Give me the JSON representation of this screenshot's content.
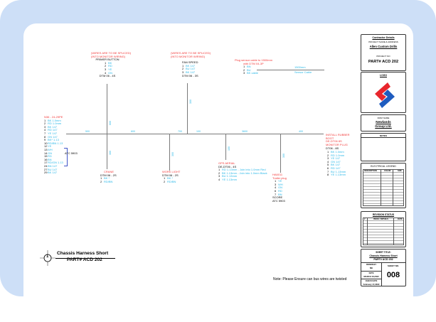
{
  "drawing": {
    "left_connector": {
      "title": "N36 - 24-29PE",
      "pins": [
        [
          "1",
          "BK 1.0mm"
        ],
        [
          "2",
          "RD 1.0mm"
        ],
        [
          "3",
          "BK 147"
        ],
        [
          "4",
          "RD 147"
        ],
        [
          "7",
          "YE 147"
        ],
        [
          "8",
          "GN 147"
        ],
        [
          "9",
          "BK* 1.13"
        ],
        [
          "10",
          "RD/BN 1.13"
        ],
        [
          "12",
          "YE"
        ],
        [
          "13",
          "WH"
        ],
        [
          "14",
          "GN"
        ],
        [
          "15",
          "RD"
        ],
        [
          "16",
          "BN"
        ],
        [
          "17",
          "RD/GN 1.13"
        ],
        [
          "24",
          "BN 147"
        ],
        [
          "27",
          "BU 147"
        ],
        [
          "29",
          "BK 147"
        ]
      ],
      "bracket_label": "ATC 5903"
    },
    "primer_button": {
      "note1": "(WIRES ARE TO BE SPLICED)",
      "note2": "(INTO MONITOR WIRING)",
      "title": "PRIMER BUTTON",
      "pins": [
        [
          "1",
          "BK"
        ],
        [
          "2",
          "RD"
        ],
        [
          "3",
          "YE"
        ],
        [
          "4",
          "GN"
        ]
      ],
      "part": "DTM 06 - 4S"
    },
    "fan_speed": {
      "note1": "(WIRES ARE TO BE SPLICED)",
      "note2": "(INTO MONITOR WIRING)",
      "title": "FAN SPEED",
      "pins": [
        [
          "1",
          "BK 147"
        ],
        [
          "2",
          "BU 147"
        ],
        [
          "3",
          "BK 147"
        ]
      ],
      "part": "DTM 06 - 3S"
    },
    "sensor": {
      "note1": "Plug sensor cable to 1500mm",
      "note2": "with DTM 04-3P",
      "pins": [
        [
          "1",
          "BN"
        ],
        [
          "2",
          "BU"
        ],
        [
          "3",
          "BK cable"
        ]
      ],
      "length": "1500mm",
      "cable": "Sensor Cable"
    },
    "crane": {
      "title": "CRANE",
      "part": "DTM 06 - 2S",
      "pins": [
        [
          "1",
          "BK *"
        ],
        [
          "2",
          "RD/BN"
        ]
      ]
    },
    "work_light": {
      "title": "WORK LIGHT",
      "part": "DTM 06 - 2S",
      "pins": [
        [
          "1",
          "BK *"
        ],
        [
          "2",
          "RD/BN"
        ]
      ]
    },
    "gps": {
      "title": "GPS AERIAL",
      "part": "DE-DT06 - 4S",
      "pins": [
        [
          "1",
          "RD 1.13mm - Join into 1.0mm Red"
        ],
        [
          "2",
          "BK 1.13mm - Join into 1.0mm Black"
        ],
        [
          "3",
          "BU 1.13mm"
        ],
        [
          "4",
          "YE 1.13mm"
        ]
      ]
    },
    "trailer": {
      "title1": "HA6011",
      "title2": "Trailer plug",
      "pins": [
        [
          "1",
          "YE"
        ],
        [
          "3",
          "WH"
        ],
        [
          "4",
          "GN"
        ],
        [
          "6",
          "RD"
        ],
        [
          "7",
          "BN"
        ]
      ],
      "part1": "SCORE",
      "part2": "ATC 5903"
    },
    "monitor": {
      "note1": "INSTALL RUBBER",
      "note2": "BOOT",
      "note3": "DE-DT06 8S",
      "note4": "MONITOR PLUG",
      "part": "DT06 - 8S",
      "pins": [
        [
          "1",
          "BK 1.0mm"
        ],
        [
          "2",
          "RD 1.0mm"
        ],
        [
          "3",
          "YE 147"
        ],
        [
          "4",
          "GN 147"
        ],
        [
          "5",
          "BK 147"
        ],
        [
          "6",
          "RD 147"
        ],
        [
          "7",
          "BU 1.13mm"
        ],
        [
          "8",
          "YE 1.13mm"
        ]
      ]
    },
    "dims": {
      "d1": "500",
      "d2": "600",
      "d3": "700",
      "d4": "100",
      "d5": "3600",
      "d6": "400",
      "v_primer": "600",
      "v_crane": "300",
      "v_fan": "300",
      "v_work": "300",
      "v_gps": "100",
      "v_trailer": "300"
    },
    "caption": {
      "number": "1",
      "title": "Chassis Harness Short",
      "part": "PART# ACD 202"
    },
    "note": "Note: Please Ensure can bus wires are twisted"
  },
  "title_block": {
    "contractor": "Contractor Details",
    "project_label": "PROJECT NAME & ADDRESS",
    "project_name": "Allen Custom Drills",
    "project_no_label": "PROJECT NO",
    "project_no": "PART# ACD 202",
    "logo_label": "LOGO",
    "logo_colors": [
      "#e8262d",
      "#1f5cbf"
    ],
    "firm_label": "FIRM NAME",
    "firm_name_1": "Newlands",
    "firm_name_2": "Group Ltd.",
    "notes_label": "NOTES",
    "legend_title": "ELECTRICAL LEGEND",
    "legend_cols": [
      "DESCRIPTION",
      "COLOR",
      "SIZE"
    ],
    "revision_title": "REVISION STATUS",
    "revision_cols": [
      "#",
      "ISSUE / DETAILS",
      "DATE"
    ],
    "sheet_title_label": "SHEET TITLE:",
    "sheet_title": "Chassis Harness Short",
    "sheet_part": "PART# ACD 202",
    "drawn_label": "DRAWN BY",
    "drawn": "NE",
    "date_label": "DATE",
    "date": "MARCH 16,2022",
    "check_label": "CHECK DATE",
    "check": "February 17,2022",
    "sheet_no_label": "SHEET NO.",
    "sheet_no": "008"
  }
}
